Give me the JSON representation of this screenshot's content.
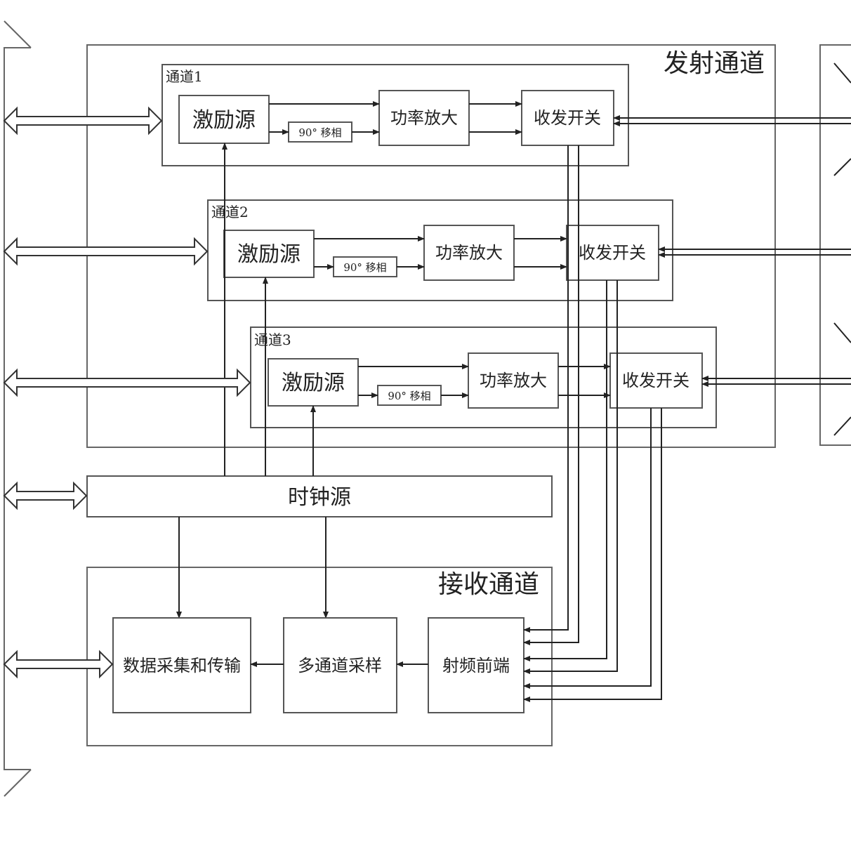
{
  "tx_section_title": "发射通道",
  "rx_section_title": "接收通道",
  "channels": [
    {
      "label": "通道1",
      "exciter": "激励源",
      "phase_shift": "90° 移相",
      "power_amp": "功率放大",
      "tr_switch": "收发开关"
    },
    {
      "label": "通道2",
      "exciter": "激励源",
      "phase_shift": "90° 移相",
      "power_amp": "功率放大",
      "tr_switch": "收发开关"
    },
    {
      "label": "通道3",
      "exciter": "激励源",
      "phase_shift": "90° 移相",
      "power_amp": "功率放大",
      "tr_switch": "收发开关"
    }
  ],
  "clock_source": "时钟源",
  "rx_blocks": {
    "data_acquisition": "数据采集和传输",
    "multi_channel_sampling": "多通道采样",
    "rf_frontend": "射频前端"
  },
  "colors": {
    "line": "#222222",
    "box_border": "#555555",
    "background": "#ffffff"
  }
}
